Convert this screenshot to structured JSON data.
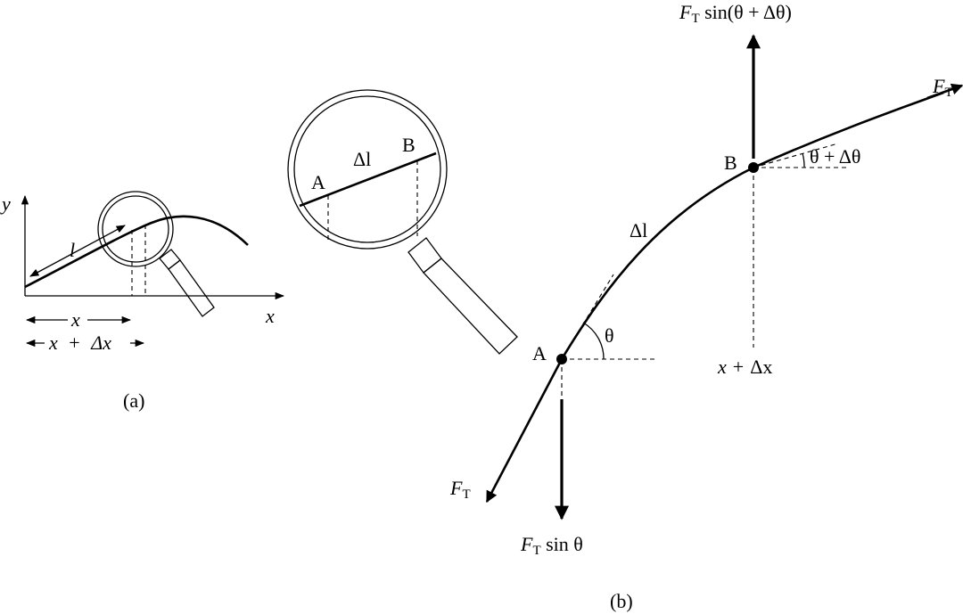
{
  "panel_a": {
    "caption": "(a)",
    "axis_y": "y",
    "axis_x": "x",
    "length_label": "l",
    "span_x_label": "x",
    "span_x_plus": "+",
    "span_dx_label": "Δx"
  },
  "magnifier": {
    "point_a": "A",
    "point_b": "B",
    "delta_l": "Δl"
  },
  "panel_b": {
    "caption": "(b)",
    "point_a": "A",
    "point_b": "B",
    "delta_l": "Δl",
    "theta": "θ",
    "theta_plus_dtheta": "θ + Δθ",
    "position_label": "x + Δx",
    "force_symbol": "F",
    "force_subscript": "T",
    "force_b_vertical_suffix": " sin(θ + Δθ)",
    "force_a_vertical_suffix": " sin θ"
  }
}
